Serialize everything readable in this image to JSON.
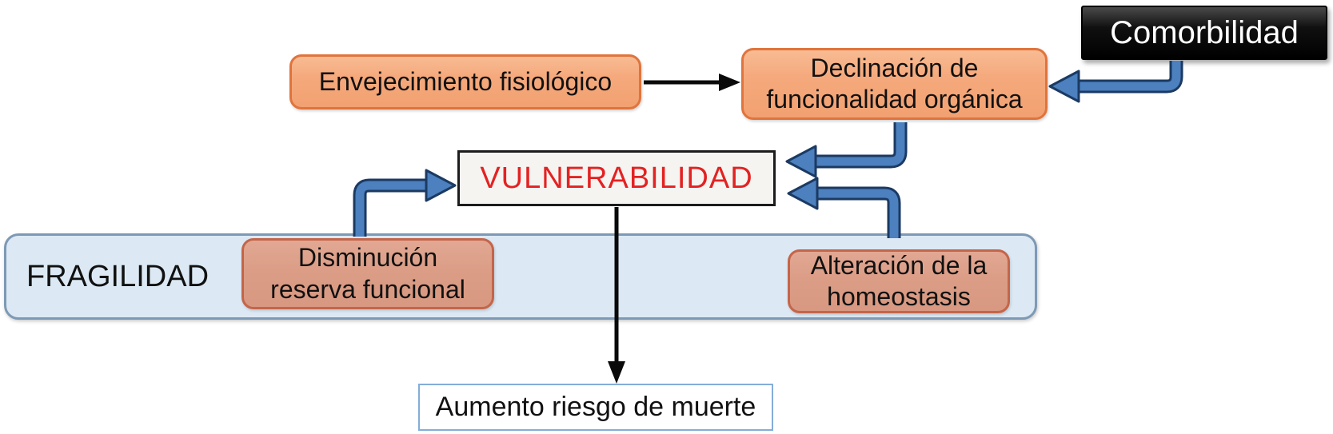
{
  "diagram": {
    "nodes": {
      "envejecimiento": {
        "label": "Envejecimiento fisiológico"
      },
      "declinacion": {
        "label": "Declinación de\nfuncionalidad orgánica"
      },
      "comorbilidad": {
        "label": "Comorbilidad"
      },
      "vulnerabilidad": {
        "label": "VULNERABILIDAD"
      },
      "fragilidad": {
        "label": "FRAGILIDAD"
      },
      "disminucion": {
        "label": "Disminución\nreserva funcional"
      },
      "alteracion": {
        "label": "Alteración de la\nhomeostasis"
      },
      "aumento": {
        "label": "Aumento riesgo de muerte"
      }
    },
    "edges": [
      {
        "from": "envejecimiento",
        "to": "declinacion",
        "style": "black-arrow"
      },
      {
        "from": "comorbilidad",
        "to": "declinacion",
        "style": "blue-elbow-arrow"
      },
      {
        "from": "declinacion",
        "to": "vulnerabilidad",
        "style": "blue-elbow-arrow"
      },
      {
        "from": "alteracion",
        "to": "vulnerabilidad",
        "style": "blue-elbow-arrow"
      },
      {
        "from": "disminucion",
        "to": "vulnerabilidad",
        "style": "blue-elbow-arrow"
      },
      {
        "from": "vulnerabilidad",
        "to": "aumento",
        "style": "black-arrow"
      }
    ],
    "colors": {
      "orange_fill": "#F5A97C",
      "orange_border": "#E0743C",
      "salmon_fill": "#DB9D86",
      "salmon_border": "#C4654A",
      "band_fill": "#DCE9F4",
      "band_border": "#7E99B5",
      "comorbilidad_bg": "#000000",
      "comorbilidad_text": "#FFFFFF",
      "vulnerabilidad_fill": "#F5F4F1",
      "vulnerabilidad_border": "#1C1C1C",
      "vulnerabilidad_text": "#E32222",
      "aumento_border": "#84ADD9",
      "arrow_blue": "#4C80BE",
      "arrow_blue_outline": "#1B3A63",
      "arrow_black": "#0A0A0A"
    }
  }
}
